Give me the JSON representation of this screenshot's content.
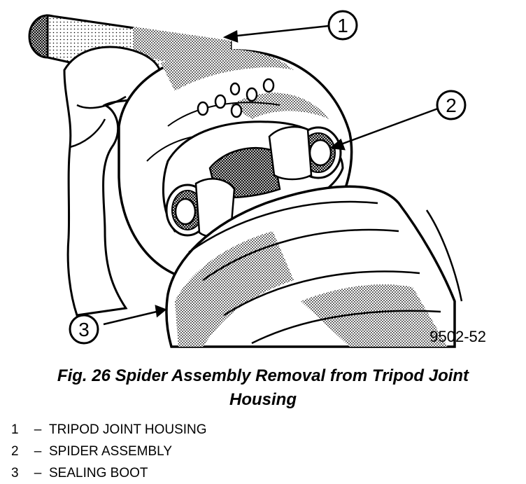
{
  "figure": {
    "callouts": [
      "1",
      "2",
      "3"
    ],
    "drawing_code": "9502-52",
    "caption_line1": "Fig. 26 Spider Assembly Removal from Tripod Joint",
    "caption_line2": "Housing"
  },
  "legend": [
    {
      "num": "1",
      "dash": "–",
      "text": "TRIPOD JOINT HOUSING"
    },
    {
      "num": "2",
      "dash": "–",
      "text": "SPIDER ASSEMBLY"
    },
    {
      "num": "3",
      "dash": "–",
      "text": "SEALING BOOT"
    }
  ]
}
